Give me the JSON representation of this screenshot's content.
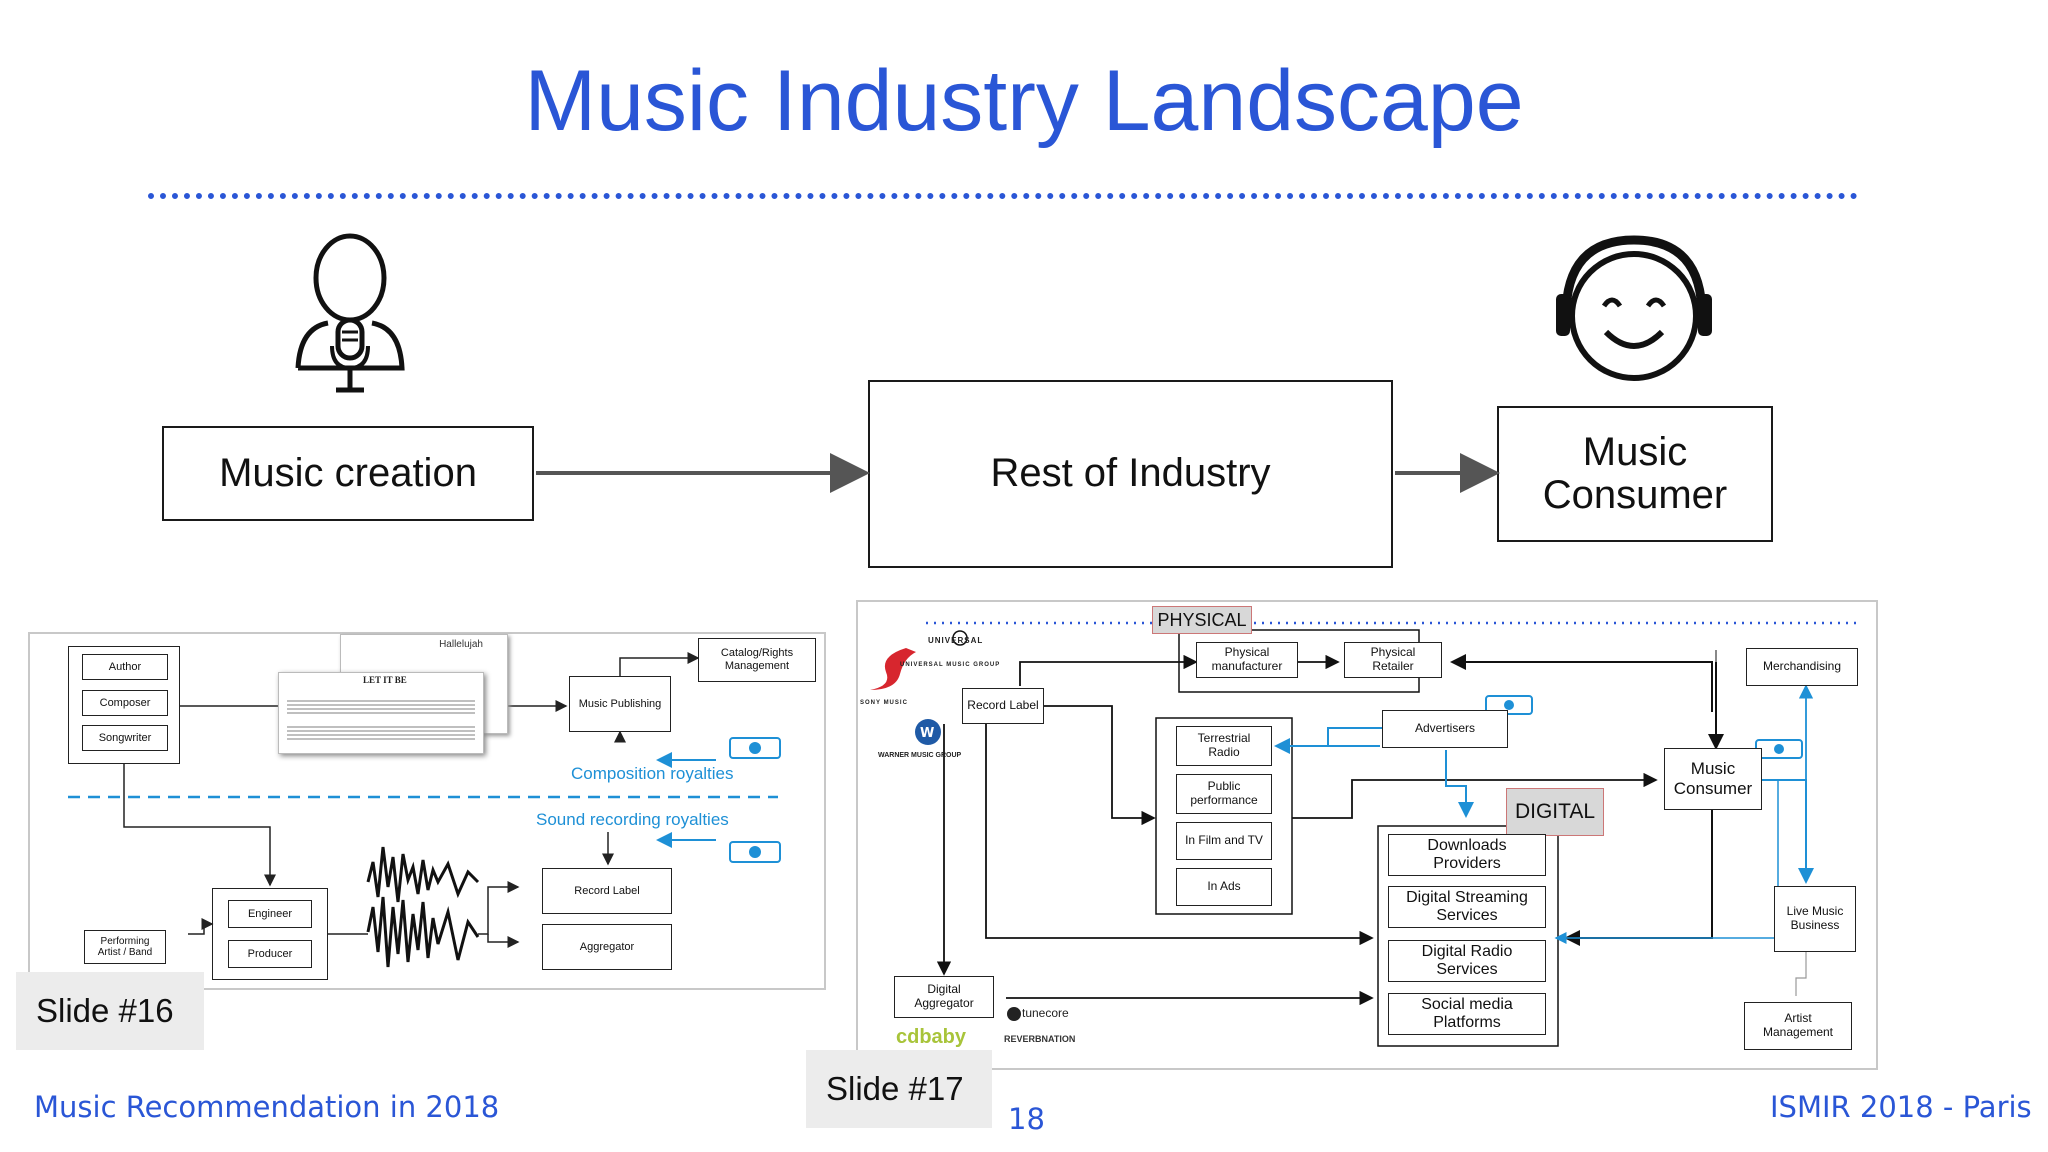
{
  "slide": {
    "title": "Music Industry Landscape",
    "footer_left": "Music Recommendation in 2018",
    "footer_center": "18",
    "footer_right": "ISMIR 2018 - Paris"
  },
  "top_flow": {
    "creation": "Music creation",
    "industry": "Rest of Industry",
    "consumer_line1": "Music",
    "consumer_line2": "Consumer"
  },
  "slide16": {
    "label": "Slide #16",
    "roles": [
      "Author",
      "Composer",
      "Songwriter"
    ],
    "music_publishing": "Music Publishing",
    "catalog_line1": "Catalog/Rights",
    "catalog_line2": "Management",
    "composition_royalties": "Composition royalties",
    "sound_recording_royalties": "Sound recording royalties",
    "performing_line1": "Performing",
    "performing_line2": "Artist / Band",
    "engineer": "Engineer",
    "producer": "Producer",
    "record_label": "Record Label",
    "aggregator": "Aggregator",
    "sheet_title_1": "Hallelujah",
    "sheet_title_2": "LET IT BE"
  },
  "slide17": {
    "label": "Slide #17",
    "physical_tag": "PHYSICAL",
    "digital_tag": "DIGITAL",
    "physical_manufacturer_1": "Physical",
    "physical_manufacturer_2": "manufacturer",
    "physical_retailer_1": "Physical",
    "physical_retailer_2": "Retailer",
    "merchandising": "Merchandising",
    "record_label": "Record Label",
    "advertisers": "Advertisers",
    "terrestrial_1": "Terrestrial",
    "terrestrial_2": "Radio",
    "public_1": "Public",
    "public_2": "performance",
    "film_tv": "In Film and TV",
    "in_ads": "In Ads",
    "music_consumer_1": "Music",
    "music_consumer_2": "Consumer",
    "downloads_1": "Downloads",
    "downloads_2": "Providers",
    "streaming_1": "Digital Streaming",
    "streaming_2": "Services",
    "radio_1": "Digital Radio",
    "radio_2": "Services",
    "social_1": "Social media",
    "social_2": "Platforms",
    "live_1": "Live Music",
    "live_2": "Business",
    "artist_mgmt_1": "Artist",
    "artist_mgmt_2": "Management",
    "digital_agg_1": "Digital",
    "digital_agg_2": "Aggregator",
    "logo_universal": "UNIVERSAL",
    "logo_umg": "UNIVERSAL MUSIC GROUP",
    "logo_sony": "SONY MUSIC",
    "logo_warner": "WARNER MUSIC GROUP",
    "logo_tunecore": "tunecore",
    "logo_cdbaby": "cdbaby",
    "logo_reverbnation": "REVERBNATION"
  },
  "colors": {
    "title_blue": "#2a56d6",
    "flow_blue": "#1e90d6",
    "arrow_gray": "#555555"
  }
}
